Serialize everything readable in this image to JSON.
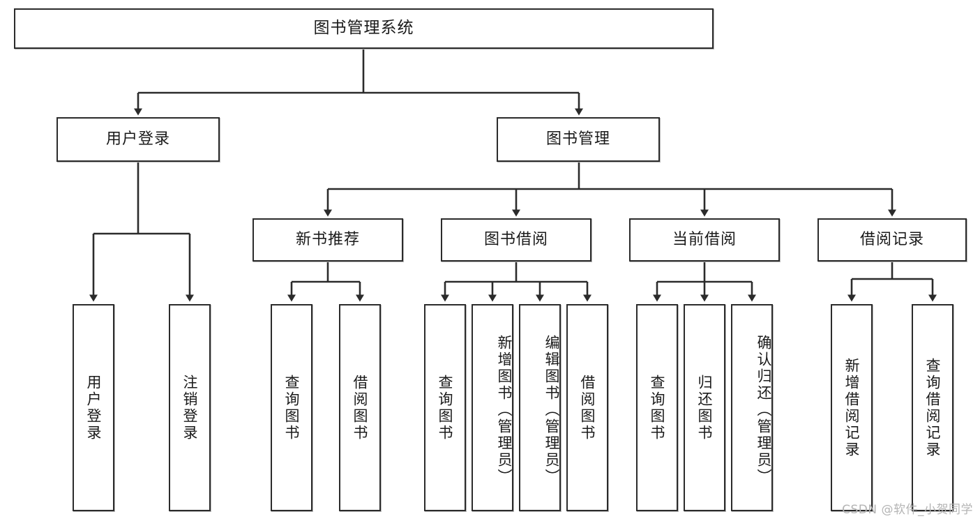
{
  "diagram": {
    "title": "图书管理系统",
    "type": "hierarchy-tree",
    "root": {
      "id": "root",
      "label": "图书管理系统"
    },
    "level2": [
      {
        "id": "user-login",
        "label": "用户登录"
      },
      {
        "id": "book-manage",
        "label": "图书管理"
      }
    ],
    "level3": [
      {
        "id": "new-book-rec",
        "label": "新书推荐",
        "parent": "book-manage"
      },
      {
        "id": "book-borrow",
        "label": "图书借阅",
        "parent": "book-manage"
      },
      {
        "id": "current-borrow",
        "label": "当前借阅",
        "parent": "book-manage"
      },
      {
        "id": "borrow-record",
        "label": "借阅记录",
        "parent": "book-manage"
      }
    ],
    "leaves": {
      "user_login": [
        {
          "id": "leaf-user-login",
          "label": "用户登录"
        },
        {
          "id": "leaf-logout",
          "label": "注销登录"
        }
      ],
      "new_book_rec": [
        {
          "id": "leaf-query-book-1",
          "label": "查询图书"
        },
        {
          "id": "leaf-borrow-book-1",
          "label": "借阅图书"
        }
      ],
      "book_borrow": [
        {
          "id": "leaf-query-book-2",
          "label": "查询图书"
        },
        {
          "id": "leaf-add-book",
          "label": "新增图书（管理员）"
        },
        {
          "id": "leaf-edit-book",
          "label": "编辑图书（管理员）"
        },
        {
          "id": "leaf-borrow-book-2",
          "label": "借阅图书"
        }
      ],
      "current_borrow": [
        {
          "id": "leaf-query-book-3",
          "label": "查询图书"
        },
        {
          "id": "leaf-return-book",
          "label": "归还图书"
        },
        {
          "id": "leaf-confirm-return",
          "label": "确认归还（管理员）"
        }
      ],
      "borrow_record": [
        {
          "id": "leaf-add-record",
          "label": "新增借阅记录"
        },
        {
          "id": "leaf-query-record",
          "label": "查询借阅记录"
        }
      ]
    },
    "colors": {
      "stroke": "#2b2b2b",
      "fill": "#ffffff",
      "text": "#1a1a1a",
      "watermark": "#b4b4b4"
    }
  },
  "watermark": {
    "text": "CSDN @软件_小贺同学"
  }
}
